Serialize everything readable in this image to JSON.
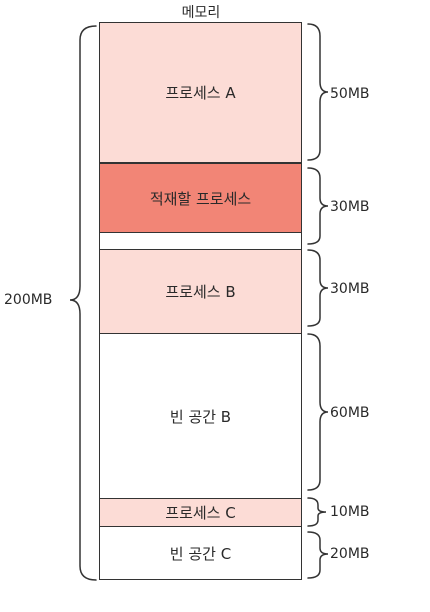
{
  "title": "메모리",
  "total": "200MB",
  "blocks": [
    {
      "label": "프로세스 A",
      "size": "50MB",
      "kind": "process"
    },
    {
      "label": "적재할 프로세스",
      "size": "30MB",
      "kind": "incoming"
    },
    {
      "label": "프로세스 B",
      "size": "30MB",
      "kind": "process"
    },
    {
      "label": "빈 공간 B",
      "size": "60MB",
      "kind": "free"
    },
    {
      "label": "프로세스 C",
      "size": "10MB",
      "kind": "process"
    },
    {
      "label": "빈 공간 C",
      "size": "20MB",
      "kind": "free"
    }
  ],
  "colors": {
    "process": "#fcdcd6",
    "incoming": "#f28576",
    "line": "#333333"
  }
}
